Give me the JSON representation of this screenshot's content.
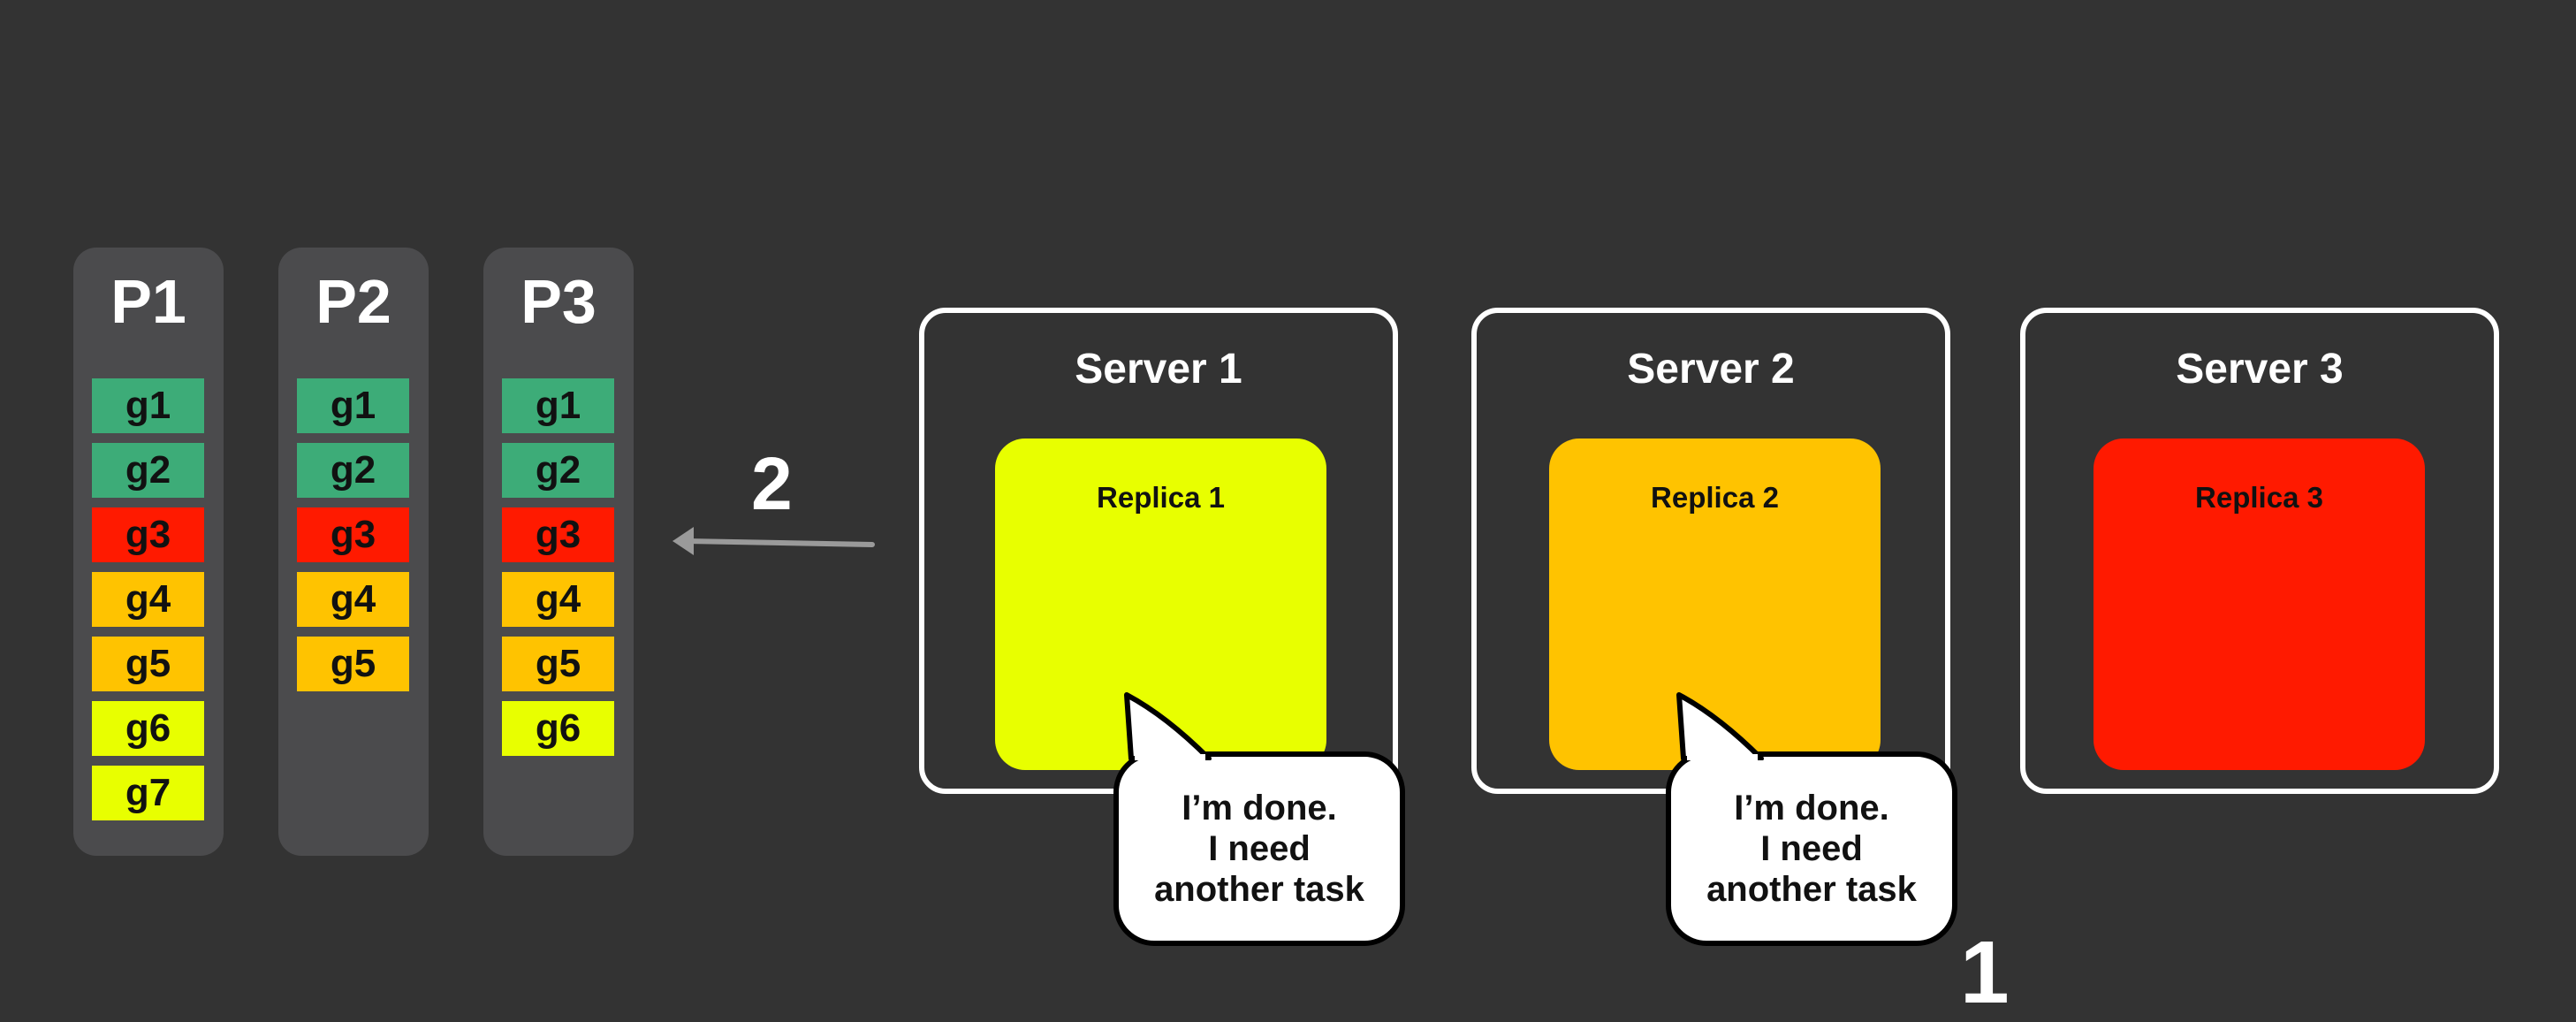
{
  "partitions": [
    {
      "label": "P1",
      "tasks": [
        {
          "label": "g1",
          "color": "#3dac78"
        },
        {
          "label": "g2",
          "color": "#3dac78"
        },
        {
          "label": "g3",
          "color": "#ff1a00"
        },
        {
          "label": "g4",
          "color": "#ffc300"
        },
        {
          "label": "g5",
          "color": "#ffc300"
        },
        {
          "label": "g6",
          "color": "#e8ff00"
        },
        {
          "label": "g7",
          "color": "#e8ff00"
        }
      ]
    },
    {
      "label": "P2",
      "tasks": [
        {
          "label": "g1",
          "color": "#3dac78"
        },
        {
          "label": "g2",
          "color": "#3dac78"
        },
        {
          "label": "g3",
          "color": "#ff1a00"
        },
        {
          "label": "g4",
          "color": "#ffc300"
        },
        {
          "label": "g5",
          "color": "#ffc300"
        }
      ]
    },
    {
      "label": "P3",
      "tasks": [
        {
          "label": "g1",
          "color": "#3dac78"
        },
        {
          "label": "g2",
          "color": "#3dac78"
        },
        {
          "label": "g3",
          "color": "#ff1a00"
        },
        {
          "label": "g4",
          "color": "#ffc300"
        },
        {
          "label": "g5",
          "color": "#ffc300"
        },
        {
          "label": "g6",
          "color": "#e8ff00"
        }
      ]
    }
  ],
  "servers": [
    {
      "label": "Server 1",
      "replica": "Replica 1",
      "replica_color": "#e8ff00"
    },
    {
      "label": "Server 2",
      "replica": "Replica 2",
      "replica_color": "#ffc300"
    },
    {
      "label": "Server 3",
      "replica": "Replica 3",
      "replica_color": "#ff1a00"
    }
  ],
  "bubbles": [
    {
      "text": "I’m done.\nI need\nanother task"
    },
    {
      "text": "I’m done.\nI need\nanother task"
    }
  ],
  "steps": {
    "request": "2",
    "response": "1"
  },
  "colors": {
    "background": "#333333",
    "partition_bg": "#4b4b4d",
    "arrow": "#9a9a9a"
  }
}
